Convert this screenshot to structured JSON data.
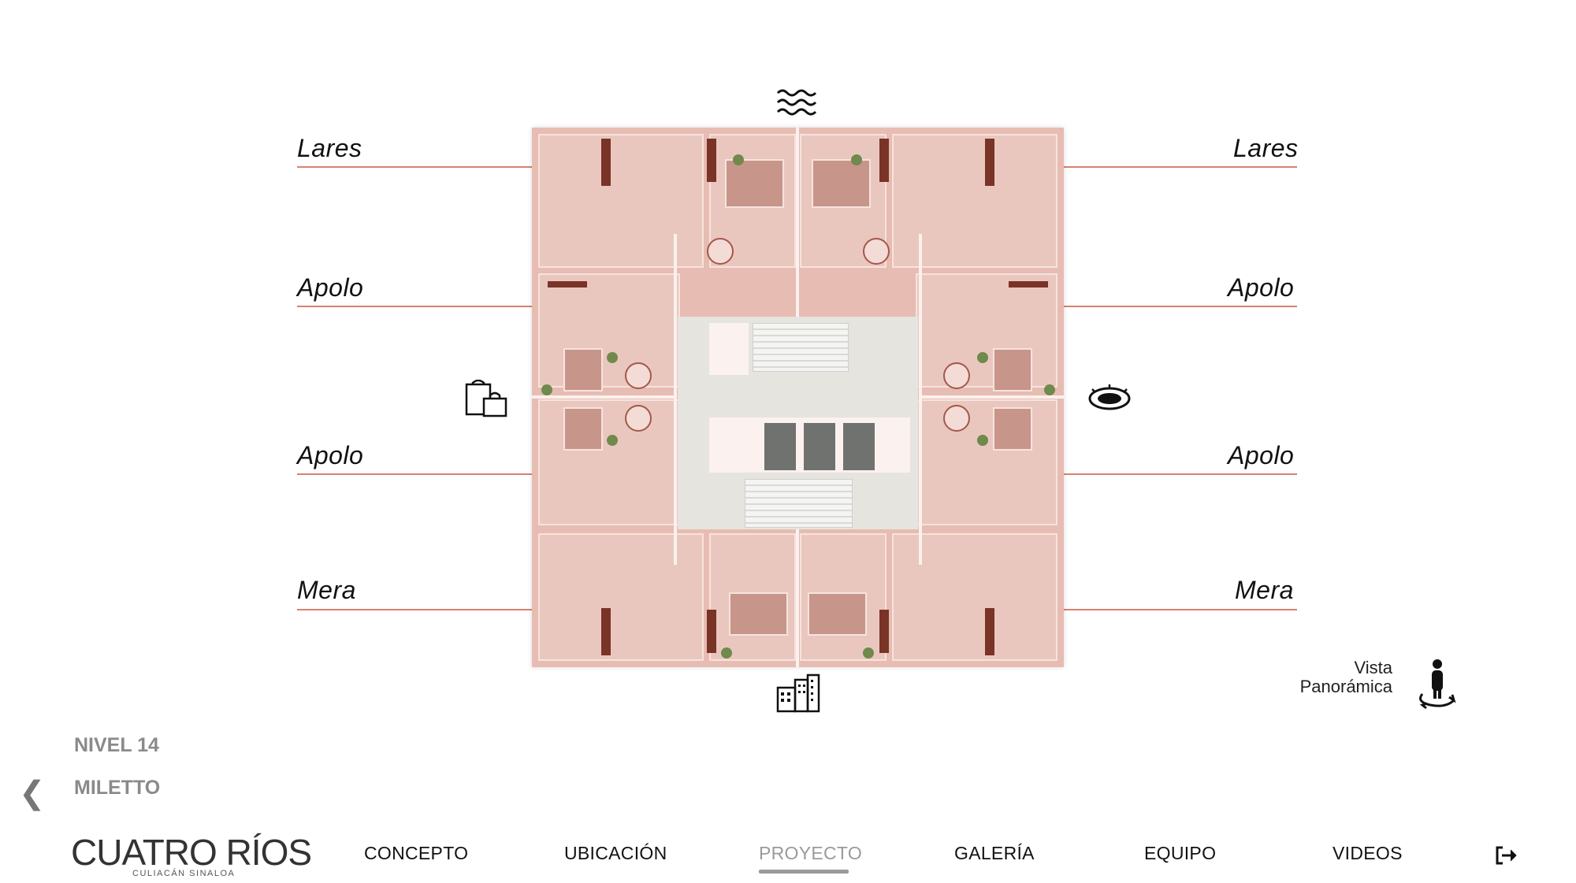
{
  "units": {
    "top_left": "Lares",
    "top_right": "Lares",
    "upper_mid_left": "Apolo",
    "upper_mid_right": "Apolo",
    "lower_mid_left": "Apolo",
    "lower_mid_right": "Apolo",
    "bottom_left": "Mera",
    "bottom_right": "Mera"
  },
  "directions": {
    "north": "waves-icon",
    "south": "buildings-icon",
    "west": "shopping-icon",
    "east": "stadium-icon"
  },
  "level": {
    "nivel": "NIVEL 14",
    "building": "MILETTO"
  },
  "panoramic": {
    "line1": "Vista",
    "line2": "Panorámica",
    "icon": "person-rotate-icon"
  },
  "logo": {
    "name": "CUATRO RÍOS",
    "sub": "CULIACÁN SINALOA"
  },
  "nav": {
    "concepto": "CONCEPTO",
    "ubicacion": "UBICACIÓN",
    "proyecto": "PROYECTO",
    "galeria": "GALERÍA",
    "equipo": "EQUIPO",
    "videos": "VIDEOS",
    "active": "PROYECTO"
  },
  "colors": {
    "plan_fill": "#e7bcb2",
    "line_accent": "#d9806f",
    "nav_active": "#9a9a9a"
  }
}
